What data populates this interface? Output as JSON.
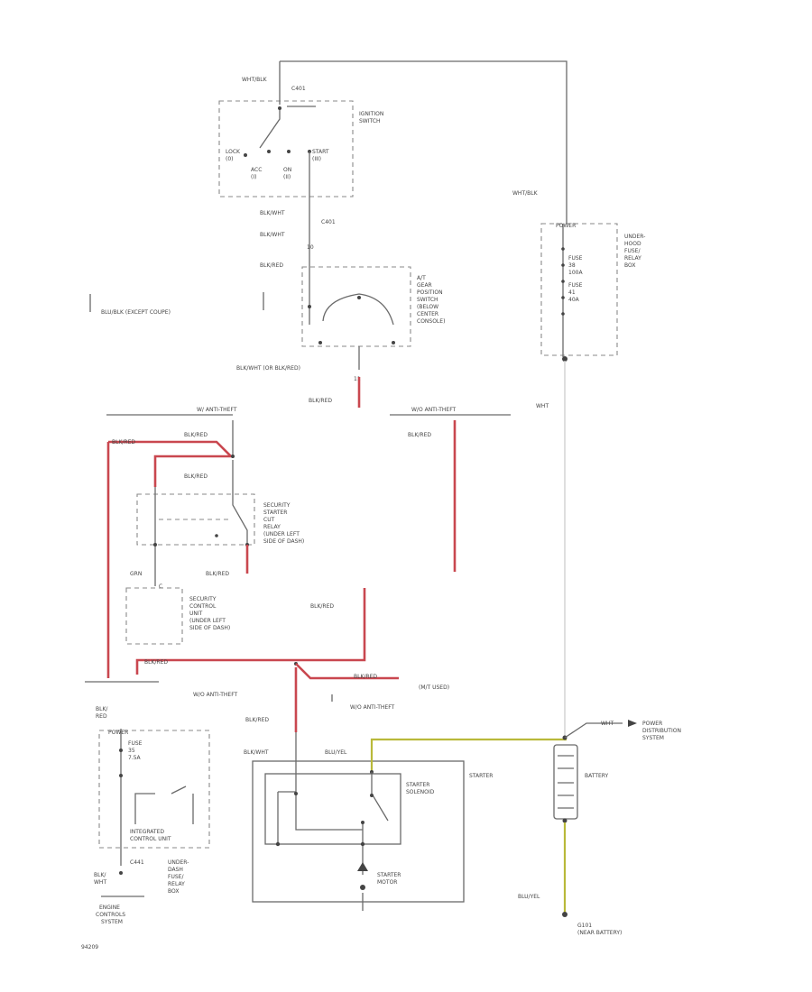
{
  "labels": {
    "wht_blk_top": "WHT/BLK",
    "c401_top": "C401",
    "ignition_switch": [
      "IGNITION",
      "SWITCH"
    ],
    "lock": [
      "LOCK",
      "(0)"
    ],
    "acc": [
      "ACC",
      "(I)"
    ],
    "on": [
      "ON",
      "(II)"
    ],
    "start": [
      "START",
      "(III)"
    ],
    "blk_wht_1": "BLK/WHT",
    "c401_mid": "C401",
    "blk_wht_2": "BLK/WHT",
    "c10": "10",
    "blk_red_1": "BLK/RED",
    "except_coupe": "BLU/BLK (EXCEPT COUPE)",
    "at_gear_switch": [
      "A/T",
      "GEAR",
      "POSITION",
      "SWITCH",
      "(BELOW",
      "CENTER",
      "CONSOLE)"
    ],
    "blk_wht_or": "BLK/WHT (OR BLK/RED)",
    "c11": "11",
    "blk_red_2": "BLK/RED",
    "with_antitheft": "W/ ANTI-THEFT",
    "wo_antitheft_1": "W/O ANTI-THEFT",
    "blk_red_3": "BLK/RED",
    "blk_red_4": "BLK/RED",
    "blk_red_5": "BLK/RED",
    "security_relay": [
      "SECURITY",
      "STARTER",
      "CUT",
      "RELAY",
      "(UNDER LEFT",
      "SIDE OF DASH)"
    ],
    "blk_red_6": "BLK/RED",
    "grn": "GRN",
    "c_ref": "C",
    "security_control": [
      "SECURITY",
      "CONTROL",
      "UNIT",
      "(UNDER LEFT",
      "SIDE OF DASH)"
    ],
    "blk_red_7": "BLK/RED",
    "blk_red_8": "BLK/RED",
    "blk_red_9": "BLK/RED",
    "wo_antitheft_2": "W/O ANTI-THEFT",
    "wo_antitheft_3": "W/O ANTI-THEFT",
    "blk_red_10": "BLK/RED",
    "mt_used": "(M/T USED)",
    "blk_red_11": "BLK/RED",
    "blkred_left": [
      "BLK/",
      "RED"
    ],
    "fuse_box_left": [
      "POWER",
      "FUSE",
      "35",
      "7.5A"
    ],
    "integrated": [
      "INTEGRATED",
      "CONTROL UNIT"
    ],
    "c441": "C441",
    "under_dash_box": [
      "UNDER-",
      "DASH",
      "FUSE/",
      "RELAY",
      "BOX"
    ],
    "blk_wht_bottom": [
      "BLK/",
      "WHT"
    ],
    "engine_controls": [
      "ENGINE",
      "CONTROLS",
      "SYSTEM"
    ],
    "ref_code": "94209",
    "blk_wht_starter": "BLK/WHT",
    "blu_yel_starter": "BLU/YEL",
    "starter": "STARTER",
    "starter_solenoid": [
      "STARTER",
      "SOLENOID"
    ],
    "starter_motor": [
      "STARTER",
      "MOTOR"
    ],
    "wht_blk_right": "WHT/BLK",
    "under_hood_box": [
      "UNDER-",
      "HOOD",
      "FUSE/",
      "RELAY",
      "BOX"
    ],
    "under_hood_inner": [
      "POWER",
      "FUSE",
      "38",
      "100A",
      "FUSE",
      "41",
      "40A"
    ],
    "wht_1": "WHT",
    "wht_2": "WHT",
    "power_dist": [
      "POWER",
      "DISTRIBUTION",
      "SYSTEM"
    ],
    "battery": "BATTERY",
    "blu_yel_bottom": "BLU/YEL",
    "g101": [
      "G101",
      "(NEAR BATTERY)"
    ]
  }
}
